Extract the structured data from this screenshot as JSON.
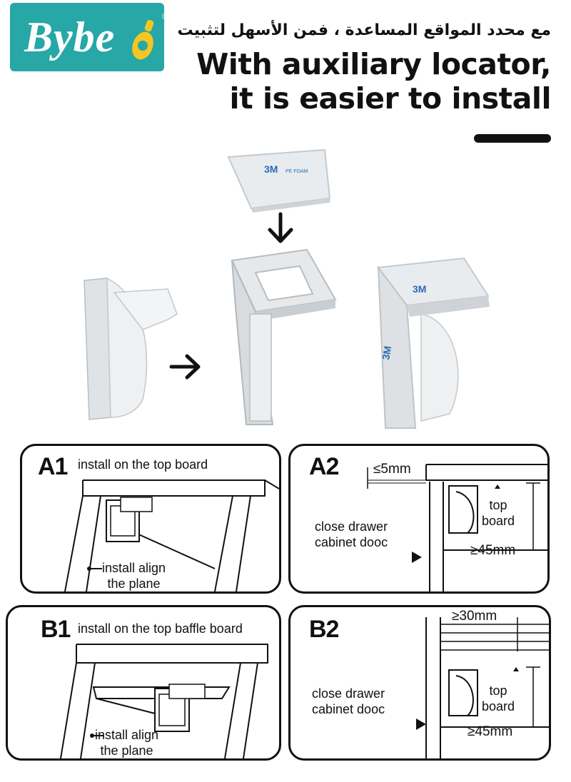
{
  "colors": {
    "brand_teal": "#27a7a5",
    "logo_accent": "#f3c623",
    "ink": "#111111"
  },
  "logo": {
    "text": "Bybe",
    "registered": "®"
  },
  "header": {
    "arabic_line": "مع محدد المواقع المساعدة ، فمن الأسهل لتثبيت",
    "title_line1": "With auxiliary locator,",
    "title_line2": "it is easier to install"
  },
  "product": {
    "foam_label": "3M",
    "foam_sub": "PE FOAM"
  },
  "panels": {
    "a1": {
      "tag": "A1",
      "caption": "install on the top board",
      "note_line1": "install align",
      "note_line2": "the plane"
    },
    "a2": {
      "tag": "A2",
      "gap": "≤5mm",
      "left_line1": "close drawer",
      "left_line2": "cabinet dooc",
      "right_line1": "top",
      "right_line2": "board",
      "height": "≥45mm"
    },
    "b1": {
      "tag": "B1",
      "caption": "install on the top baffle board",
      "note_line1": "install align",
      "note_line2": "the plane"
    },
    "b2": {
      "tag": "B2",
      "depth": "≥30mm",
      "left_line1": "close drawer",
      "left_line2": "cabinet dooc",
      "right_line1": "top",
      "right_line2": "board",
      "height": "≥45mm"
    }
  }
}
